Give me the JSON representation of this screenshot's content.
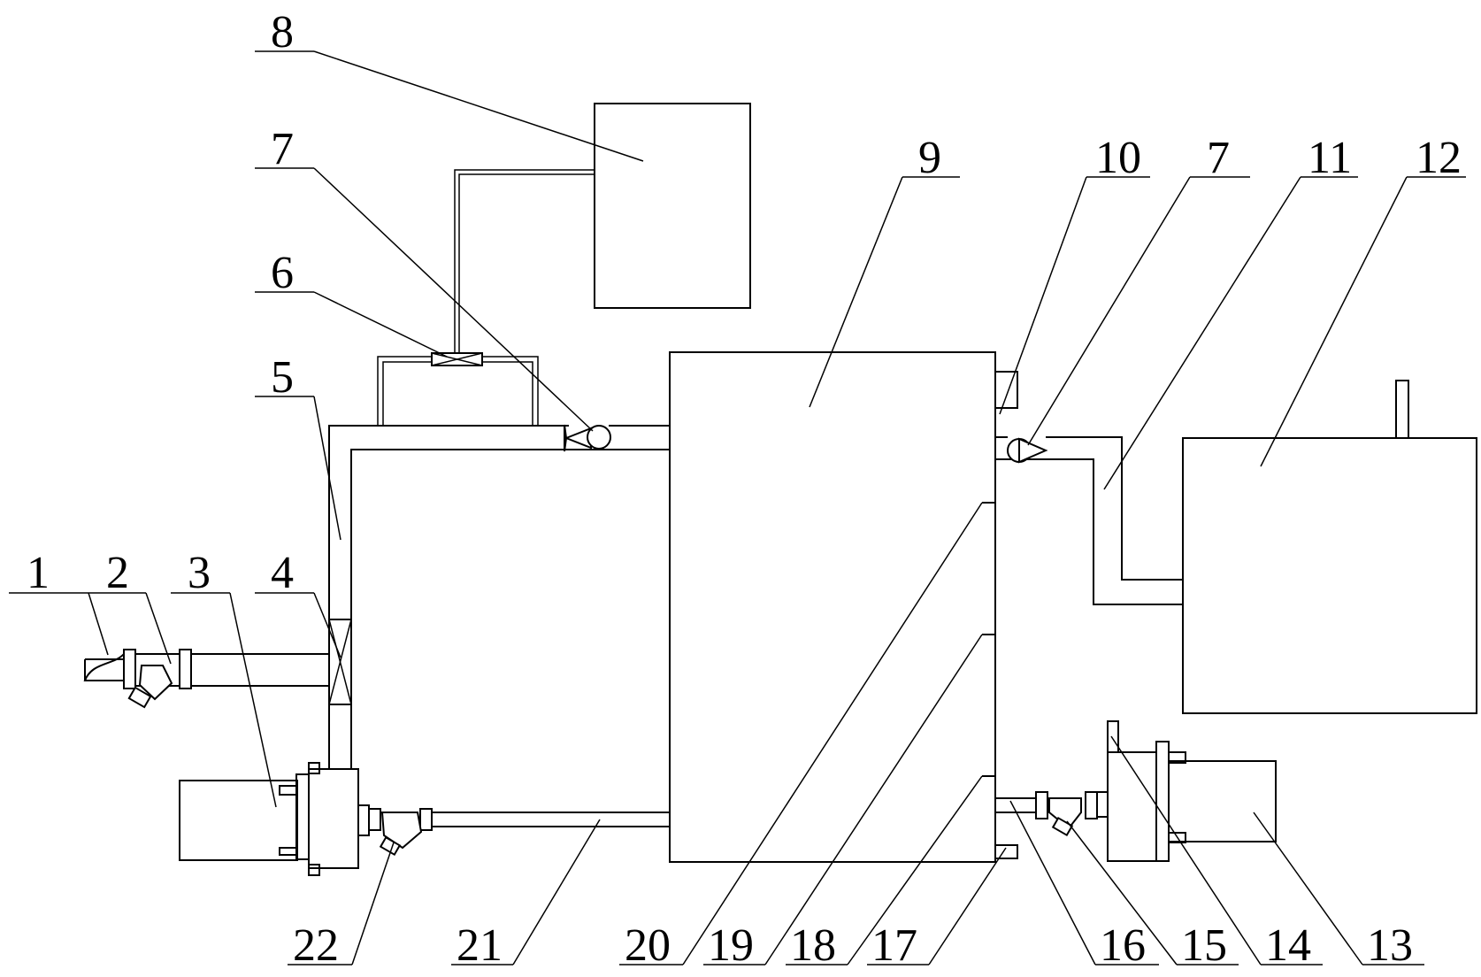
{
  "labels": {
    "l1": "1",
    "l2": "2",
    "l3": "3",
    "l4": "4",
    "l5": "5",
    "l6": "6",
    "l7a": "7",
    "l7b": "7",
    "l8": "8",
    "l9": "9",
    "l10": "10",
    "l11": "11",
    "l12": "12",
    "l13": "13",
    "l14": "14",
    "l15": "15",
    "l16": "16",
    "l17": "17",
    "l18": "18",
    "l19": "19",
    "l20": "20",
    "l21": "21",
    "l22": "22"
  }
}
